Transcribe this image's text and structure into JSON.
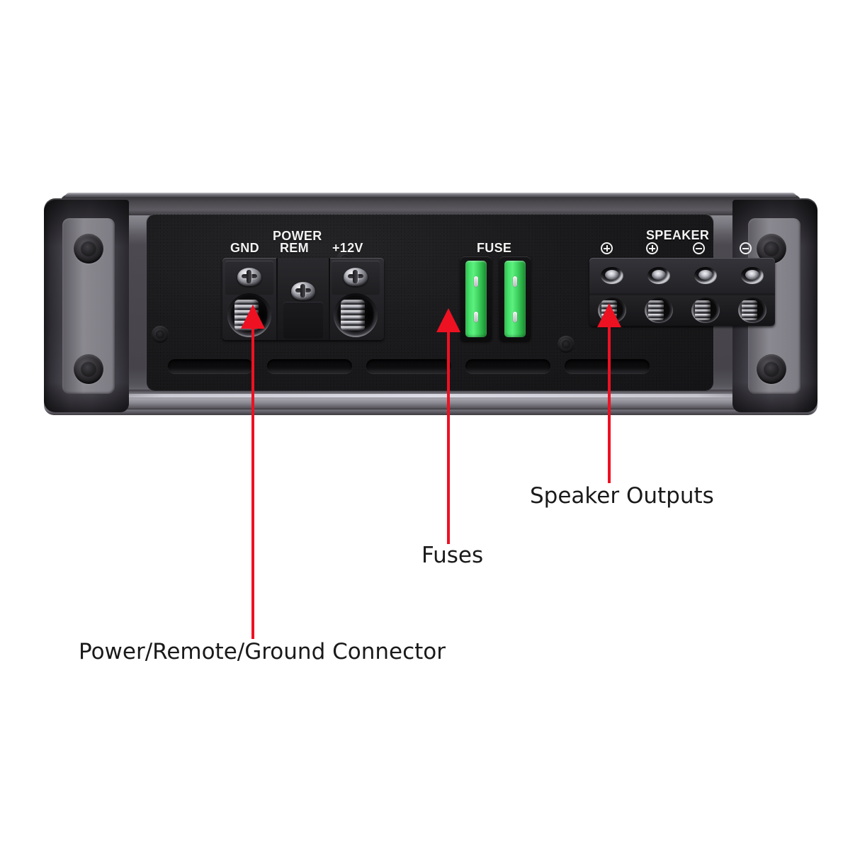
{
  "product": {
    "type": "car-audio-amplifier",
    "view": "connection-panel-end-view"
  },
  "panel_labels": {
    "gnd": "GND",
    "power_line1": "POWER",
    "power_line2": "REM",
    "plus12v": "+12V",
    "fuse": "FUSE",
    "speaker": "SPEAKER"
  },
  "speaker_polarity": [
    {
      "id": "spk-1",
      "symbol": "+",
      "name": "speaker-polarity-positive-1"
    },
    {
      "id": "spk-2",
      "symbol": "+",
      "name": "speaker-polarity-positive-2"
    },
    {
      "id": "spk-3",
      "symbol": "-",
      "name": "speaker-polarity-negative-1"
    },
    {
      "id": "spk-4",
      "symbol": "-",
      "name": "speaker-polarity-negative-2"
    }
  ],
  "annotations": [
    {
      "id": "power-remote-ground",
      "caption": "Power/Remote/Ground Connector",
      "arrow_target": "power-terminal-block"
    },
    {
      "id": "fuses",
      "caption": "Fuses",
      "arrow_target": "fuse-block"
    },
    {
      "id": "speaker-outputs",
      "caption": "Speaker Outputs",
      "arrow_target": "speaker-terminal-block"
    }
  ],
  "colors": {
    "annotation_red": "#ee1122",
    "fuse_green": "#45e06a",
    "panel_black": "#1a1a1c",
    "chassis_gunmetal": "#85838b",
    "label_white": "#f2f2f2",
    "caption_black": "#1a1a1a",
    "background": "#ffffff"
  },
  "counts": {
    "power_terminals": 3,
    "fuses": 2,
    "speaker_terminals": 4,
    "vent_slots": 5,
    "endcap_screws": 4,
    "panel_screws": 3
  }
}
